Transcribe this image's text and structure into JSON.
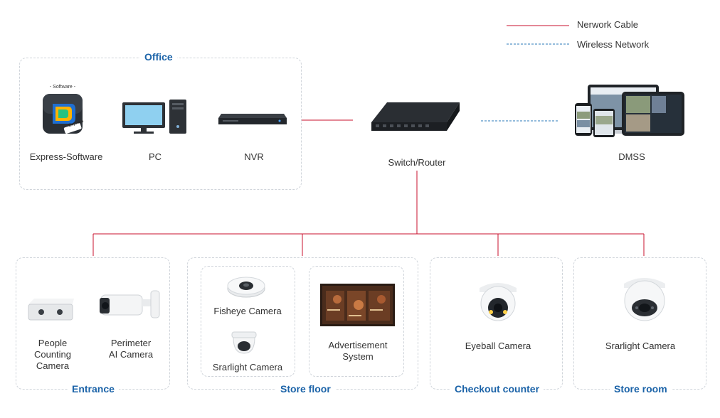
{
  "legend": {
    "network_cable": "Nerwork Cable",
    "wireless_network": "Wireless Network",
    "cable_color": "#c8102e",
    "wireless_color": "#2a7ab8"
  },
  "zones": {
    "office": "Office",
    "entrance": "Entrance",
    "store_floor": "Store floor",
    "checkout_counter": "Checkout counter",
    "store_room": "Store room"
  },
  "devices": {
    "express_software": {
      "label": "Express-Software",
      "badge": "- Software -",
      "icon_text": "Express"
    },
    "pc": {
      "label": "PC"
    },
    "nvr": {
      "label": "NVR"
    },
    "switch_router": {
      "label": "Switch/Router"
    },
    "dmss": {
      "label": "DMSS"
    },
    "people_counting": {
      "line1": "People",
      "line2": "Counting",
      "line3": "Camera"
    },
    "perimeter_ai": {
      "line1": "Perimeter",
      "line2": "AI Camera"
    },
    "fisheye": {
      "label": "Fisheye Camera"
    },
    "starlight_floor": {
      "label": "Srarlight Camera"
    },
    "advertisement": {
      "line1": "Advertisement",
      "line2": "System"
    },
    "eyeball": {
      "label": "Eyeball Camera"
    },
    "starlight_room": {
      "label": "Srarlight Camera"
    }
  },
  "colors": {
    "zone_title": "#1b63a8",
    "box_border": "#cfd4da"
  }
}
